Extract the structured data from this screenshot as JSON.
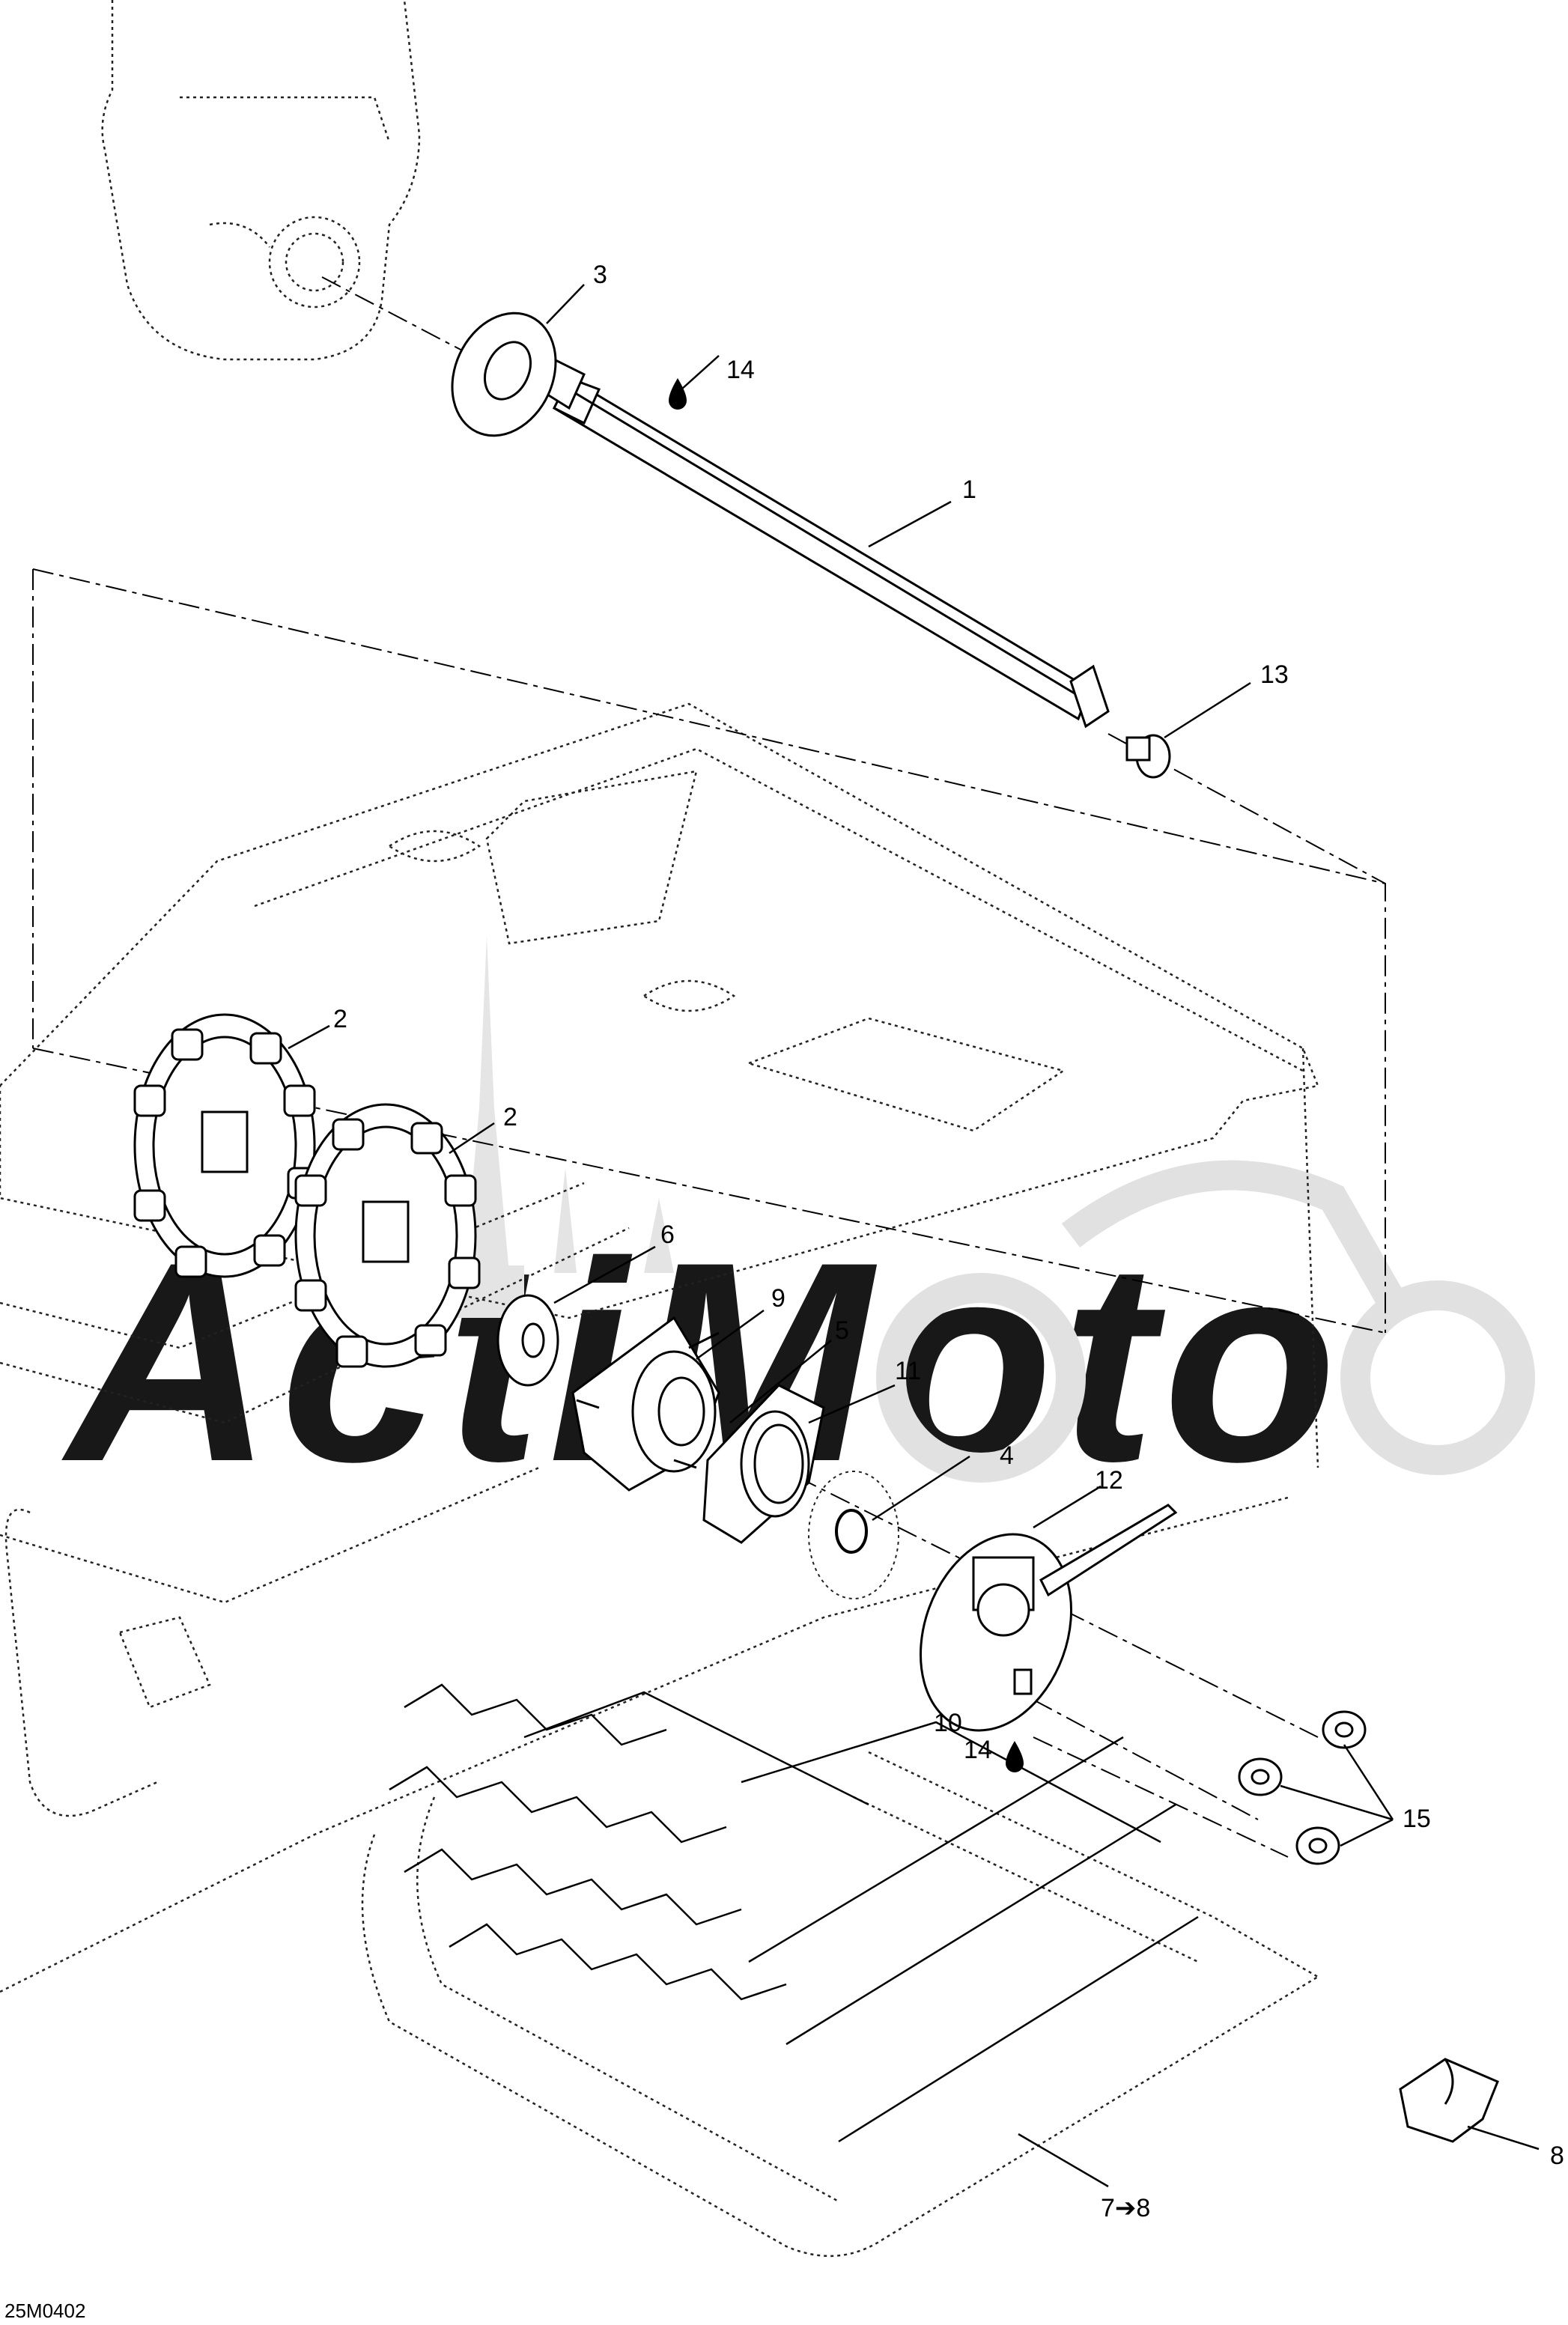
{
  "watermark": {
    "text": "ActiMoto",
    "color": "#d9d9d9"
  },
  "drawing_code": "25M0402",
  "callouts": [
    {
      "id": "c1",
      "label": "1"
    },
    {
      "id": "c2a",
      "label": "2"
    },
    {
      "id": "c2b",
      "label": "2"
    },
    {
      "id": "c3",
      "label": "3"
    },
    {
      "id": "c4",
      "label": "4"
    },
    {
      "id": "c5",
      "label": "5"
    },
    {
      "id": "c6",
      "label": "6"
    },
    {
      "id": "c7",
      "label": "7➔8"
    },
    {
      "id": "c8",
      "label": "8"
    },
    {
      "id": "c9",
      "label": "9"
    },
    {
      "id": "c10",
      "label": "10"
    },
    {
      "id": "c11",
      "label": "11"
    },
    {
      "id": "c12",
      "label": "12"
    },
    {
      "id": "c13",
      "label": "13"
    },
    {
      "id": "c14a",
      "label": "14"
    },
    {
      "id": "c14b",
      "label": "14"
    },
    {
      "id": "c15",
      "label": "15"
    }
  ],
  "icons": {
    "lubricant": "oil-drop-icon"
  },
  "colors": {
    "line": "#000000",
    "watermark": "#d9d9d9",
    "background": "#ffffff"
  }
}
